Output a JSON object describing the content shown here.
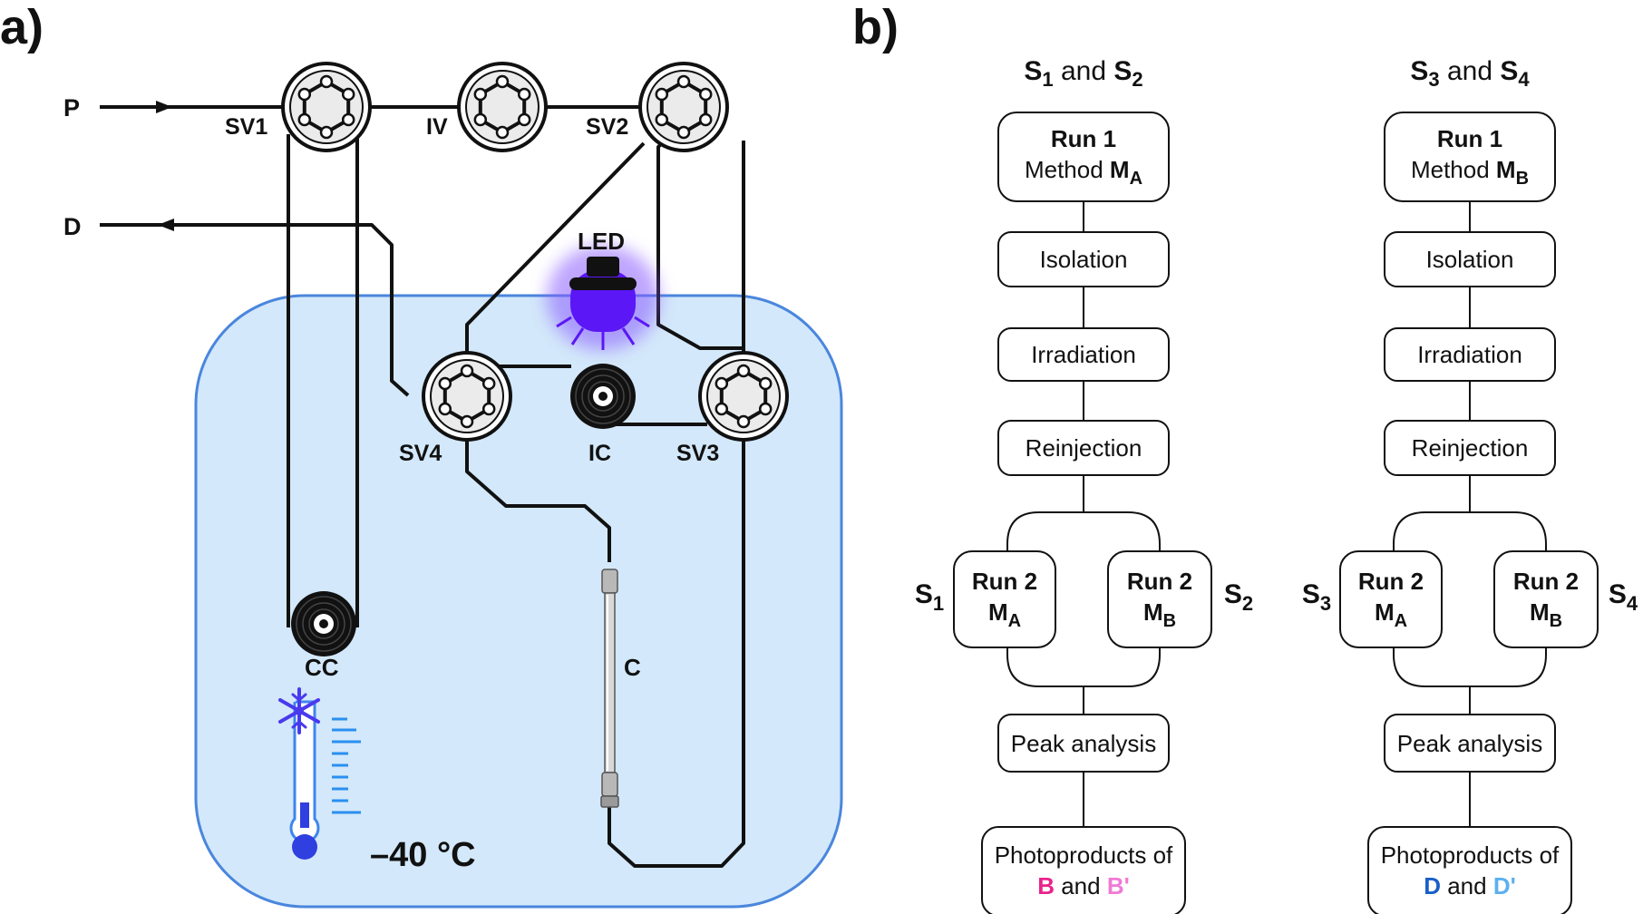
{
  "panel_a": {
    "label": "a)",
    "inlet": "P",
    "drain": "D",
    "valves": {
      "sv1": "SV1",
      "iv": "IV",
      "sv2": "SV2",
      "sv4": "SV4",
      "sv3": "SV3"
    },
    "led": "LED",
    "coils": {
      "ic": "IC",
      "cc": "CC"
    },
    "column": "C",
    "temperature": "–40 °C",
    "colors": {
      "bath_fill": "#d3e8fa",
      "bath_stroke": "#4a86dd",
      "led": "#5b17f5",
      "thermo": "#2f5fe0",
      "scale": "#2a8ff0"
    }
  },
  "panel_b": {
    "label": "b)",
    "flows": [
      {
        "head_s": "S",
        "head_a": "1",
        "head_and": "and",
        "head_s2": "S",
        "head_b": "2",
        "run1_line1": "Run 1",
        "run1_line2": "Method ",
        "run1_m": "M",
        "run1_sub": "A",
        "steps": [
          "Isolation",
          "Irradiation",
          "Reinjection"
        ],
        "left_tag_s": "S",
        "left_tag_sub": "1",
        "left_run": "Run 2",
        "left_m": "M",
        "left_sub": "A",
        "right_run": "Run 2",
        "right_m": "M",
        "right_sub": "B",
        "right_tag_s": "S",
        "right_tag_sub": "2",
        "peak": "Peak analysis",
        "photo_line1": "Photoproducts of",
        "compound1": "B",
        "and": "and",
        "compound2": "B'",
        "color1": "#e8248c",
        "color2": "#f07ad6"
      },
      {
        "head_s": "S",
        "head_a": "3",
        "head_and": "and",
        "head_s2": "S",
        "head_b": "4",
        "run1_line1": "Run 1",
        "run1_line2": "Method ",
        "run1_m": "M",
        "run1_sub": "B",
        "steps": [
          "Isolation",
          "Irradiation",
          "Reinjection"
        ],
        "left_tag_s": "S",
        "left_tag_sub": "3",
        "left_run": "Run 2",
        "left_m": "M",
        "left_sub": "A",
        "right_run": "Run 2",
        "right_m": "M",
        "right_sub": "B",
        "right_tag_s": "S",
        "right_tag_sub": "4",
        "peak": "Peak analysis",
        "photo_line1": "Photoproducts of",
        "compound1": "D",
        "and": "and",
        "compound2": "D'",
        "color1": "#1a5fc8",
        "color2": "#5cb0f0"
      }
    ]
  }
}
